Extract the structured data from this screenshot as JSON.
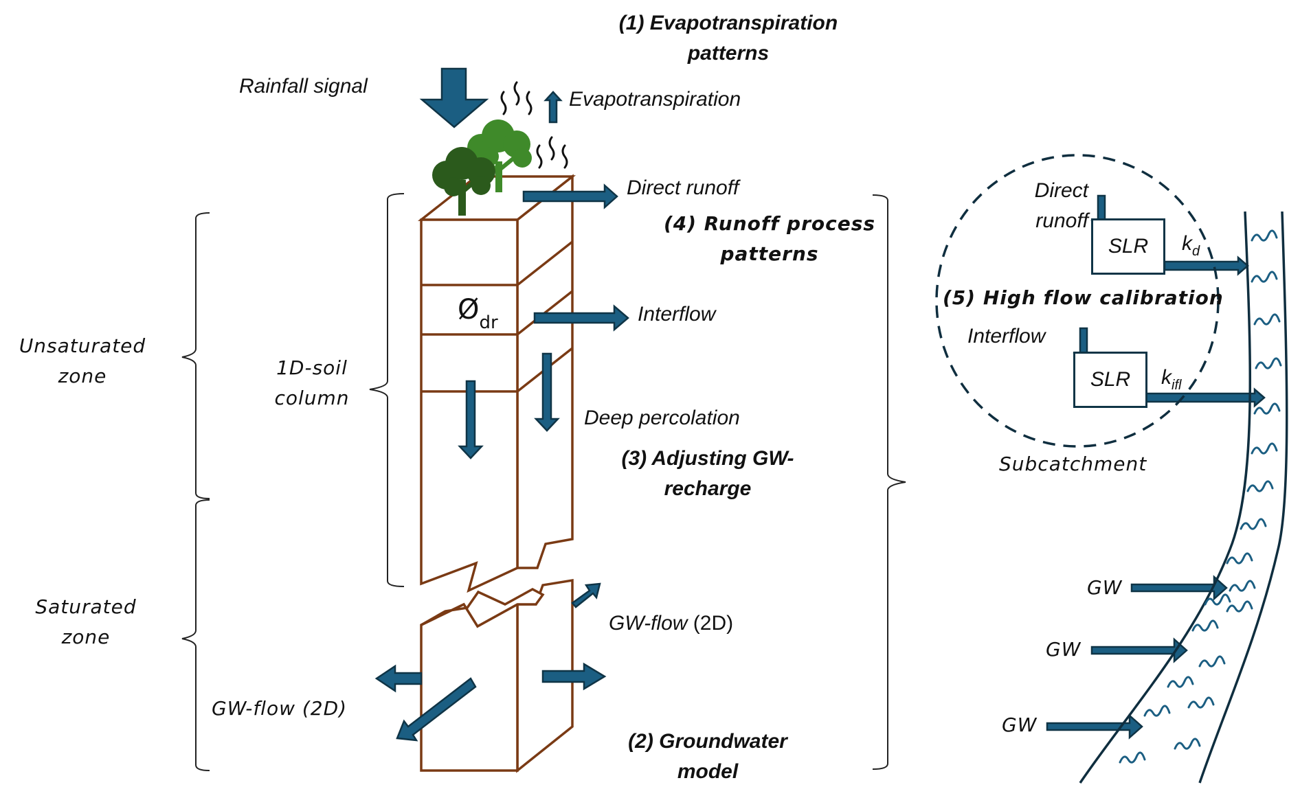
{
  "colors": {
    "arrow_fill": "#1b5e82",
    "arrow_stroke": "#0f3446",
    "soil_line": "#7a3a14",
    "tree_dark": "#2b5a1c",
    "tree_light": "#3f8a2a",
    "channel_line": "#0f2e3f",
    "wave": "#1b5e82",
    "bracket": "#222222"
  },
  "flows": {
    "rainfall": "Rainfall signal",
    "evapotranspiration": "Evapotranspiration",
    "direct_runoff": "Direct runoff",
    "interflow": "Interflow",
    "deep_percolation": "Deep percolation",
    "gw_flow_right": {
      "main": "GW-flow",
      "suffix": " (2D)"
    },
    "gw_flow_left": "GW-flow (2D)"
  },
  "soil_column": {
    "parameter_symbol": "Ø",
    "parameter_subscript": "dr",
    "label_line1": "1D-soil",
    "label_line2": "column"
  },
  "zones": {
    "unsaturated": {
      "line1": "Unsaturated",
      "line2": "zone"
    },
    "saturated": {
      "line1": "Saturated",
      "line2": "zone"
    }
  },
  "calibration_steps": [
    {
      "line1": "(1) Evapotranspiration",
      "line2": "patterns"
    },
    {
      "line1": "(2) Groundwater",
      "line2": "model"
    },
    {
      "line1": "(3) Adjusting GW-",
      "line2": "recharge"
    },
    {
      "line1": "(4) Runoff process",
      "line2": "patterns"
    },
    {
      "line1": "(5) High flow calibration"
    }
  ],
  "subcatchment": {
    "label": "Subcatchment",
    "direct_runoff_line1": "Direct",
    "direct_runoff_line2": "runoff",
    "interflow": "Interflow",
    "reservoir_1": {
      "name": "SLR",
      "k_symbol": "k",
      "k_subscript": "d"
    },
    "reservoir_2": {
      "name": "SLR",
      "k_symbol": "k",
      "k_subscript": "ifl"
    }
  },
  "river": {
    "gw_inflows": [
      "GW",
      "GW",
      "GW"
    ]
  }
}
